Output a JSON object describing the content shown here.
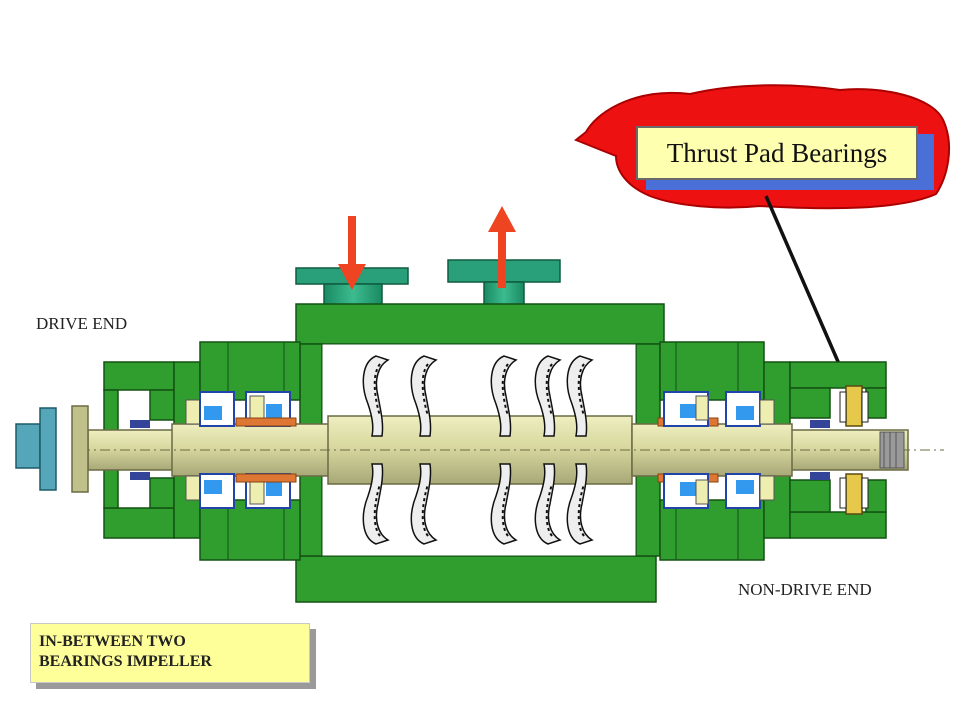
{
  "labels": {
    "drive_end": "DRIVE END",
    "non_drive_end": "NON-DRIVE END",
    "impeller_note": [
      "IN-BETWEEN TWO",
      "BEARINGS IMPELLER"
    ],
    "callout": "Thrust Pad Bearings"
  },
  "colors": {
    "casing": "#2f9e2f",
    "shaft": "#d6d69c",
    "nozzle": "#2aa07a",
    "arrow": "#ee4422",
    "seal_blue": "#3399ee",
    "callout_bubble": "#ee1111",
    "callout_box": "#ffffb0",
    "note_box": "#ffff99"
  },
  "icons": {
    "flow_in": "arrow-down-icon",
    "flow_out": "arrow-up-icon"
  }
}
